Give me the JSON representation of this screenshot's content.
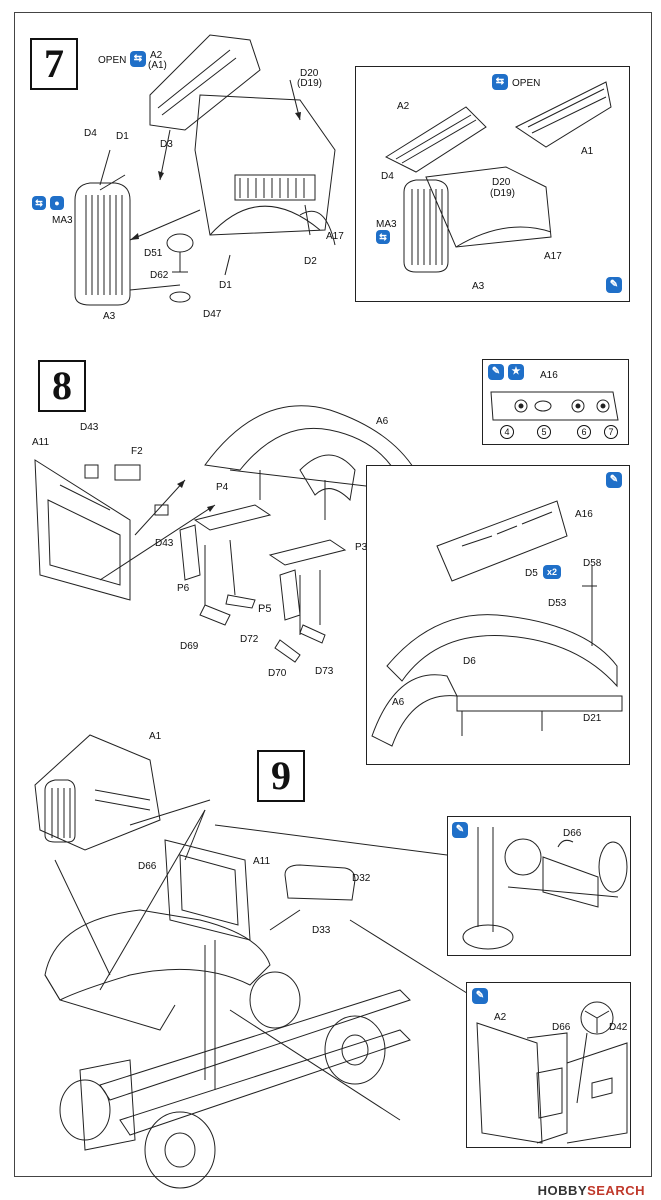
{
  "steps": {
    "s7": "7",
    "s8": "8",
    "s9": "9"
  },
  "step7": {
    "open_label": "OPEN",
    "a2": "A2",
    "a1_alt": "(A1)",
    "d20": "D20",
    "d19_alt": "(D19)",
    "d3": "D3",
    "d4": "D4",
    "d1": "D1",
    "ma3": "MA3",
    "d51": "D51",
    "d62": "D62",
    "d47": "D47",
    "a3": "A3",
    "d1b": "D1",
    "d2": "D2",
    "a17": "A17",
    "inset": {
      "open_label": "OPEN",
      "a2": "A2",
      "a1": "A1",
      "d4": "D4",
      "d20": "D20",
      "d19_alt": "(D19)",
      "ma3": "MA3",
      "a17": "A17",
      "a3": "A3"
    }
  },
  "step8": {
    "a6": "A6",
    "a11": "A11",
    "d43": "D43",
    "f2": "F2",
    "d43b": "D43",
    "p4": "P4",
    "p6": "P6",
    "p3": "P3",
    "p5": "P5",
    "d69": "D69",
    "d72": "D72",
    "d70": "D70",
    "d73": "D73",
    "options": {
      "a16": "A16",
      "n4": "4",
      "n5": "5",
      "n6": "6",
      "n7": "7"
    },
    "inset": {
      "a16": "A16",
      "d5": "D5",
      "x2": "x2",
      "d58": "D58",
      "d53": "D53",
      "d6": "D6",
      "a6": "A6",
      "d21": "D21"
    }
  },
  "step9": {
    "a1": "A1",
    "a11": "A11",
    "d66": "D66",
    "d32": "D32",
    "d33": "D33",
    "inset1": {
      "d66": "D66"
    },
    "inset2": {
      "a2": "A2",
      "d66": "D66",
      "d42": "D42"
    }
  },
  "watermark": {
    "brand": "HOBBY",
    "rest": "SEARCH"
  },
  "colors": {
    "icon_blue": "#1f6fc8",
    "line": "#222222",
    "watermark_red": "#c0392b"
  }
}
